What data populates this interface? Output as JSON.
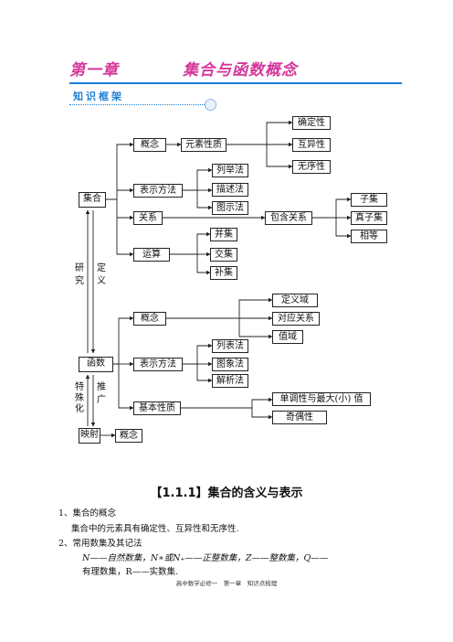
{
  "header": {
    "chapter": "第一章",
    "chapter_name": "集合与函数概念",
    "framework_label": "知识框架"
  },
  "diagram": {
    "set": "集合",
    "concept1": "概念",
    "element_props": "元素性质",
    "determinate": "确定性",
    "distinct": "互异性",
    "unordered": "无序性",
    "representation1": "表示方法",
    "listing": "列举法",
    "description": "描述法",
    "venn": "图示法",
    "relation": "关系",
    "inclusion": "包含关系",
    "subset": "子集",
    "proper_subset": "真子集",
    "equal": "相等",
    "operation": "运算",
    "union": "并集",
    "intersection": "交集",
    "complement": "补集",
    "study_a": "研",
    "study_b": "究",
    "define_a": "定",
    "define_b": "义",
    "concept2": "概念",
    "domain": "定义域",
    "correspondence": "对应关系",
    "range": "值域",
    "function": "函数",
    "representation2": "表示方法",
    "table_method": "列表法",
    "graph_method": "图象法",
    "analytic_method": "解析法",
    "basic_props": "基本性质",
    "monotonic": "单调性与最大(小) 值",
    "parity": "奇偶性",
    "special_a": "特",
    "special_b": "殊",
    "special_c": "化",
    "extend_a": "推",
    "extend_b": "广",
    "mapping": "映射",
    "concept3": "概念"
  },
  "section": {
    "title": "【1.1.1】集合的含义与表示",
    "item1": "1、集合的概念",
    "item1_text": "集合中的元素具有确定性、互异性和无序性.",
    "item2": "2、常用数集及其记法",
    "item2_line1": "N——自然数集，N∗或N₊——正整数集，Z——整数集，Q——",
    "item2_line2": "有理数集，R——实数集."
  },
  "footer": "高中数学必修一　第一章　知识点梳理",
  "colors": {
    "chapter": "#d5379a",
    "accent": "#1a7fd6"
  }
}
